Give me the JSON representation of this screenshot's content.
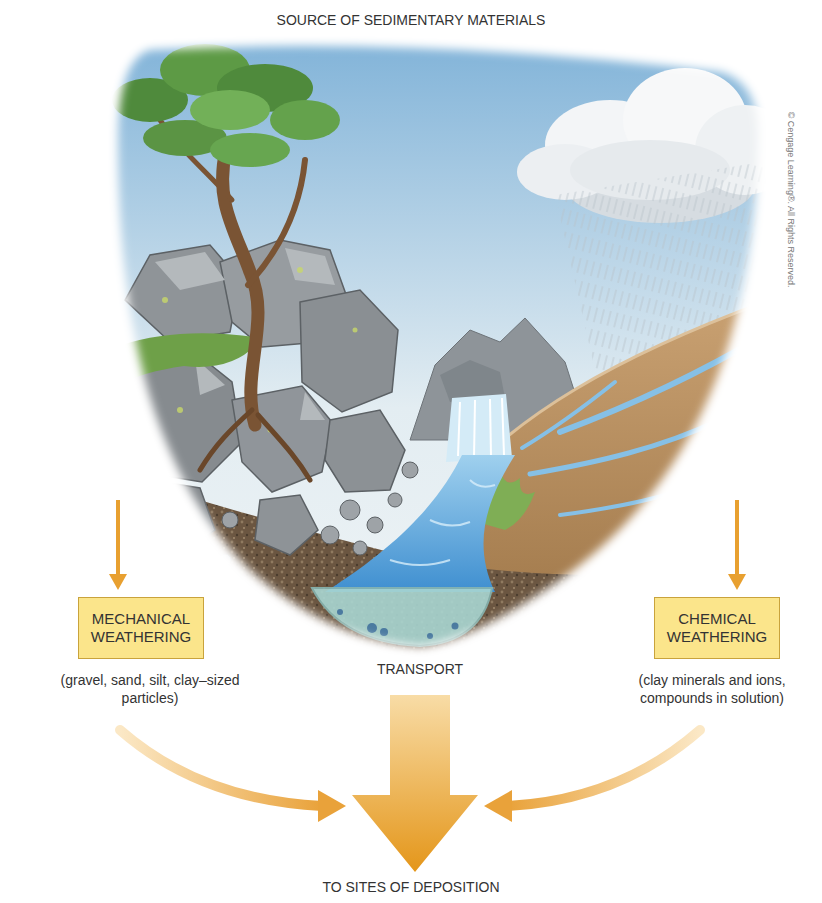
{
  "diagram": {
    "title": "SOURCE OF SEDIMENTARY MATERIALS",
    "nodes": [
      {
        "text": [
          "MECHANICAL WEATHERING"
        ]
      },
      {
        "text": [
          "CHEMICAL WEATHERING"
        ]
      }
    ],
    "labels": [
      "(gravel, sand, silt, clay–sized particles)",
      "TRANSPORT",
      "(clay minerals and ions, compounds in solution)",
      "TO SITES OF DEPOSITION",
      "© Cengage Learning®. All Rights Reserved."
    ]
  }
}
